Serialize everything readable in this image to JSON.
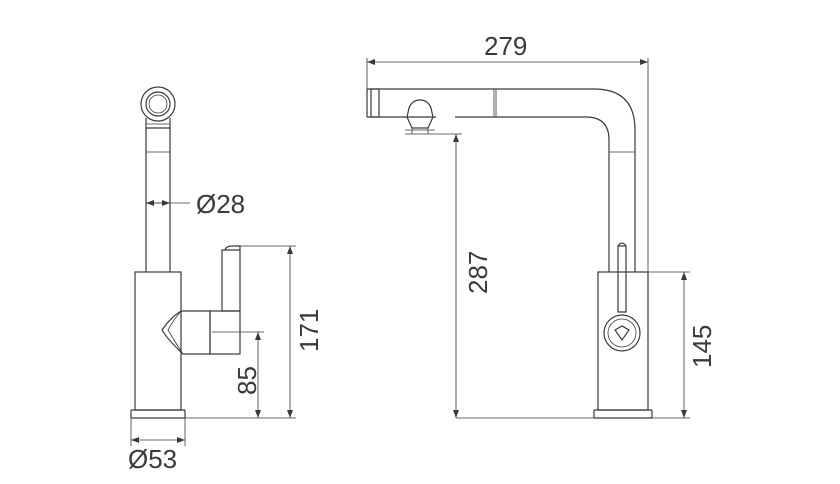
{
  "dimensions": {
    "side_spout_diameter": "Ø28",
    "side_base_diameter": "Ø53",
    "side_height": "171",
    "side_handle_height": "85",
    "front_reach": "279",
    "front_outlet_height": "287",
    "front_body_height": "145"
  }
}
